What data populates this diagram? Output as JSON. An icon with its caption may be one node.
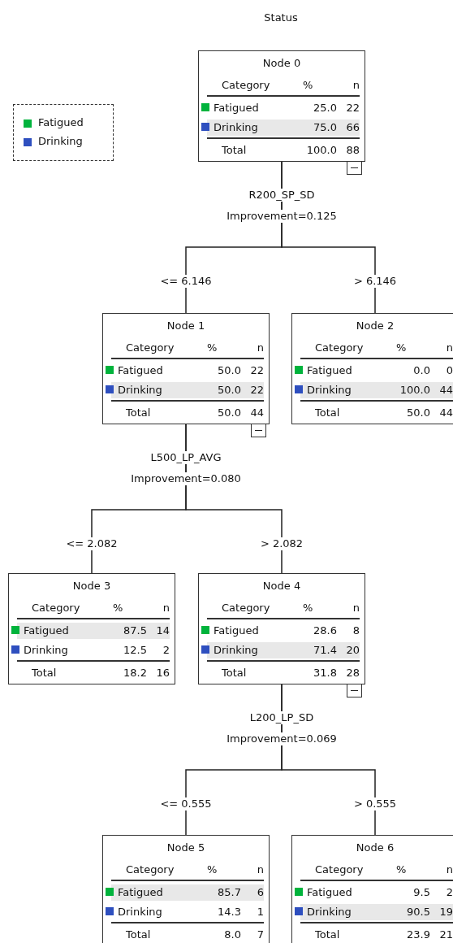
{
  "diagram": {
    "title": "Status",
    "nodes": [
      {
        "text": [
          "Node 0",
          "Category",
          "%",
          "n",
          "Fatigued",
          "25.0",
          "22",
          "Drinking",
          "75.0",
          "66",
          "Total",
          "100.0",
          "88"
        ],
        "beside": [
          "R200_SP_SD",
          "Improvement=0.125"
        ]
      },
      {
        "text": [
          "Node 1",
          "Category",
          "%",
          "n",
          "Fatigued",
          "50.0",
          "22",
          "Drinking",
          "50.0",
          "22",
          "Total",
          "50.0",
          "44"
        ],
        "beside": [
          "L500_LP_AVG",
          "Improvement=0.080"
        ]
      },
      {
        "text": [
          "Node 2",
          "Category",
          "%",
          "n",
          "Fatigued",
          "0.0",
          "0",
          "Drinking",
          "100.0",
          "44",
          "Total",
          "50.0",
          "44"
        ]
      },
      {
        "text": [
          "Node 3",
          "Category",
          "%",
          "n",
          "Fatigued",
          "87.5",
          "14",
          "Drinking",
          "12.5",
          "2",
          "Total",
          "18.2",
          "16"
        ]
      },
      {
        "text": [
          "Node 4",
          "Category",
          "%",
          "n",
          "Fatigued",
          "28.6",
          "8",
          "Drinking",
          "71.4",
          "20",
          "Total",
          "31.8",
          "28"
        ],
        "beside": [
          "L200_LP_SD",
          "Improvement=0.069"
        ]
      },
      {
        "text": [
          "Node 5",
          "Category",
          "%",
          "n",
          "Fatigued",
          "85.7",
          "6",
          "Drinking",
          "14.3",
          "1",
          "Total",
          "8.0",
          "7"
        ]
      },
      {
        "text": [
          "Node 6",
          "Category",
          "%",
          "n",
          "Fatigued",
          "9.5",
          "2",
          "Drinking",
          "90.5",
          "19",
          "Total",
          "23.9",
          "21"
        ]
      }
    ],
    "edges": [
      {
        "from": 0,
        "to": 1,
        "arrow": "none",
        "label": "<= 6.146"
      },
      {
        "from": 0,
        "to": 2,
        "arrow": "none",
        "label": "> 6.146"
      },
      {
        "from": 1,
        "to": 3,
        "arrow": "none",
        "label": "<= 2.082"
      },
      {
        "from": 1,
        "to": 4,
        "arrow": "none",
        "label": "> 2.082"
      },
      {
        "from": 4,
        "to": 5,
        "arrow": "none",
        "label": "<= 0.555"
      },
      {
        "from": 4,
        "to": 6,
        "arrow": "none",
        "label": "> 0.555"
      }
    ],
    "legend": [
      {
        "text": "Fatigued",
        "color": "#00b33c"
      },
      {
        "text": "Drinking",
        "color": "#2e4fbf"
      }
    ]
  }
}
